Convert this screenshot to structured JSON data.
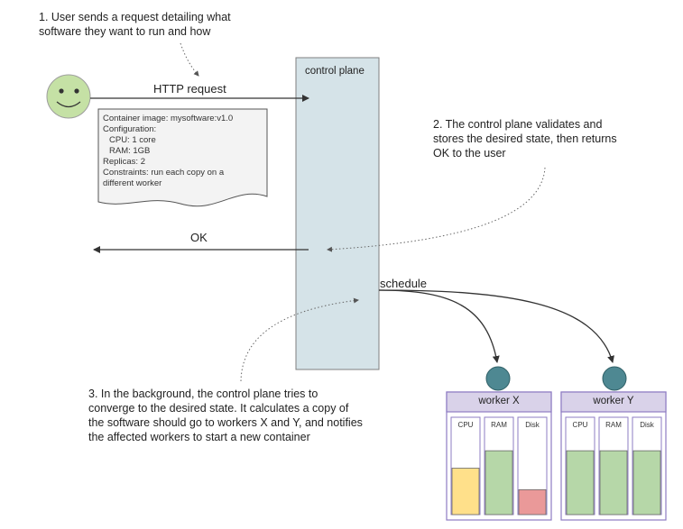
{
  "notes": {
    "step1": "1. User sends a request detailing what\nsoftware they want to run and how",
    "step2": "2. The control plane validates and\nstores the desired state, then returns\nOK to the user",
    "step3": "3. In the background, the control plane tries to\nconverge to the desired state. It calculates a copy of\nthe software should go to workers X and Y, and notifies\nthe affected workers to start a new container"
  },
  "labels": {
    "control_plane": "control plane",
    "http_request": "HTTP request",
    "ok": "OK",
    "schedule": "schedule"
  },
  "request_doc": {
    "container_image": "Container image: mysoftware:v1.0",
    "configuration": "Configuration:",
    "cpu": "CPU: 1 core",
    "ram": "RAM: 1GB",
    "replicas": "Replicas: 2",
    "constraints_1": "Constraints: run each copy on a",
    "constraints_2": "different worker"
  },
  "workers": [
    {
      "name": "worker X",
      "resources": [
        {
          "label": "CPU",
          "fill": 0.56,
          "color": "#ffe08a"
        },
        {
          "label": "RAM",
          "fill": 0.77,
          "color": "#b6d7a8"
        },
        {
          "label": "Disk",
          "fill": 0.3,
          "color": "#ea9999"
        }
      ]
    },
    {
      "name": "worker Y",
      "resources": [
        {
          "label": "CPU",
          "fill": 0.77,
          "color": "#b6d7a8"
        },
        {
          "label": "RAM",
          "fill": 0.77,
          "color": "#b6d7a8"
        },
        {
          "label": "Disk",
          "fill": 0.77,
          "color": "#b6d7a8"
        }
      ]
    }
  ],
  "colors": {
    "control_plane_fill": "#d5e3e8",
    "worker_header_fill": "#d9d2e9",
    "worker_border": "#8e7cc3",
    "node_fill": "#4e8892",
    "face_fill": "#c5e1a5"
  }
}
